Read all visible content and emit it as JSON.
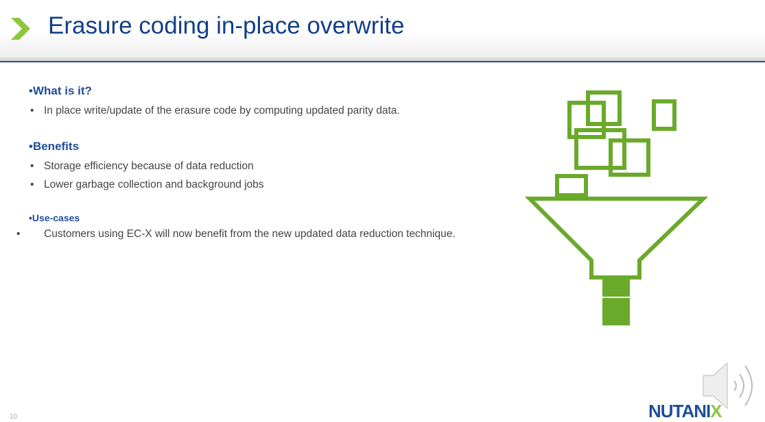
{
  "title": "Erasure coding in-place overwrite",
  "sections": [
    {
      "heading": "•What is it?",
      "bullets": [
        "In place write/update of the erasure code by computing updated parity data."
      ]
    },
    {
      "heading": "•Benefits",
      "bullets": [
        "Storage efficiency because of data reduction",
        "Lower garbage collection and background jobs"
      ]
    },
    {
      "heading": "•Use-cases",
      "bullets": [
        "Customers using EC-X will now benefit from the new updated data reduction technique."
      ]
    }
  ],
  "bullet_char": "•",
  "slide_number": "10",
  "logo": {
    "main": "NUTANI",
    "accent": "X"
  },
  "colors": {
    "title": "#123f8a",
    "accent": "#6aaa2a"
  }
}
